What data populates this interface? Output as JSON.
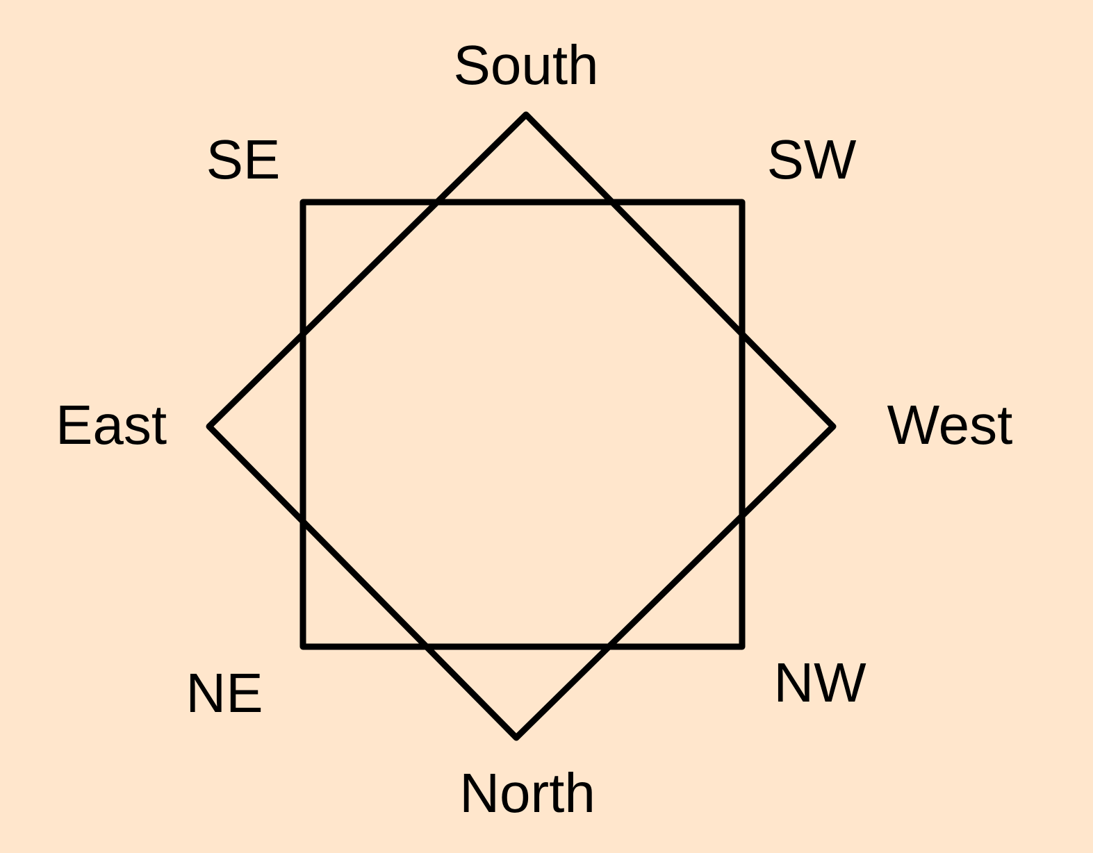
{
  "colors": {
    "background": "#FFE6CC",
    "stroke": "#000000"
  },
  "labels": {
    "south": "South",
    "north": "North",
    "east": "East",
    "west": "West",
    "se": "SE",
    "sw": "SW",
    "ne": "NE",
    "nw": "NW"
  }
}
